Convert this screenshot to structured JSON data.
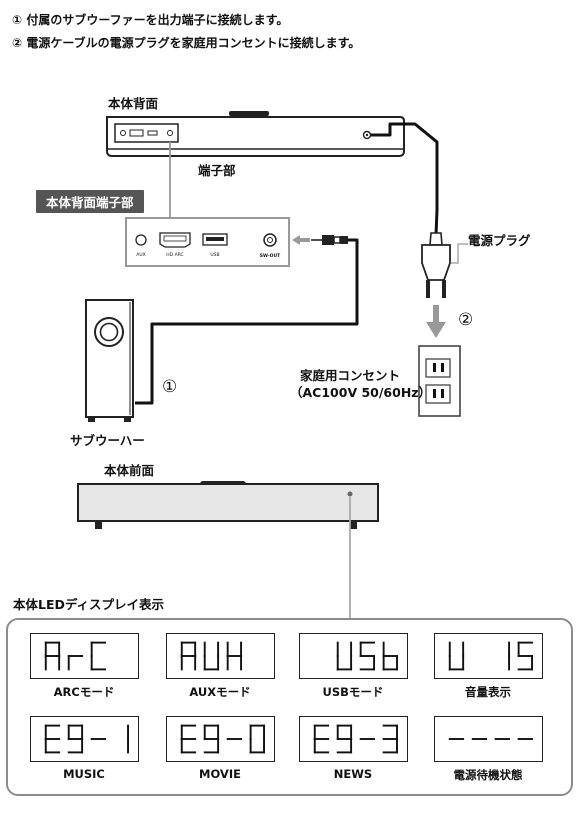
{
  "instructions": [
    "① 付属のサブウーファーを出力端子に接続します。",
    "② 電源ケーブルの電源プラグを家庭用コンセントに接続します。"
  ],
  "labels": {
    "rear_view": "本体背面",
    "terminal_area": "端子部",
    "rear_terminal_badge": "本体背面端子部",
    "power_plug": "電源プラグ",
    "step2_marker": "②",
    "outlet": "家庭用コンセント",
    "outlet_spec": "（AC100V 50/60Hz）",
    "step1_marker": "①",
    "subwoofer": "サブウーハー",
    "front_view": "本体前面",
    "led_display_title": "本体LEDディスプレイ表示"
  },
  "ports": [
    "AUX",
    "HD ARC",
    "USB",
    "SW-OUT"
  ],
  "displays": [
    {
      "digits": [
        "A",
        "r",
        "C",
        ""
      ],
      "label": "ARCモード"
    },
    {
      "digits": [
        "A",
        "U",
        "H",
        ""
      ],
      "label": "AUXモード"
    },
    {
      "digits": [
        "",
        "U",
        "S",
        "b"
      ],
      "label": "USBモード"
    },
    {
      "digits": [
        "U",
        "",
        "1",
        "5"
      ],
      "label": "音量表示"
    },
    {
      "digits": [
        "E",
        "9",
        "-",
        "1"
      ],
      "label": "MUSIC"
    },
    {
      "digits": [
        "E",
        "9",
        "-",
        "0"
      ],
      "label": "MOVIE"
    },
    {
      "digits": [
        "E",
        "9",
        "-",
        "3"
      ],
      "label": "NEWS"
    },
    {
      "digits": [
        "-",
        "-",
        "-",
        "-"
      ],
      "label": "電源待機状態"
    }
  ]
}
